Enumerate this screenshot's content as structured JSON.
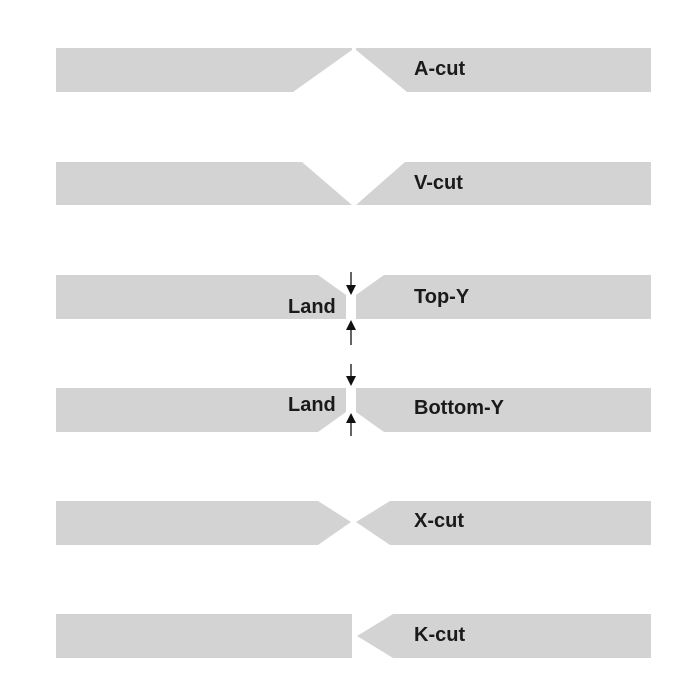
{
  "joints": [
    {
      "id": "a-cut",
      "label": "A-cut"
    },
    {
      "id": "v-cut",
      "label": "V-cut"
    },
    {
      "id": "top-y",
      "label": "Top-Y",
      "land_label": "Land"
    },
    {
      "id": "bottom-y",
      "label": "Bottom-Y",
      "land_label": "Land"
    },
    {
      "id": "x-cut",
      "label": "X-cut"
    },
    {
      "id": "k-cut",
      "label": "K-cut"
    }
  ],
  "colors": {
    "plate": "#d3d3d3",
    "text": "#1a1a1a",
    "arrow": "#111111",
    "background": "#ffffff"
  }
}
